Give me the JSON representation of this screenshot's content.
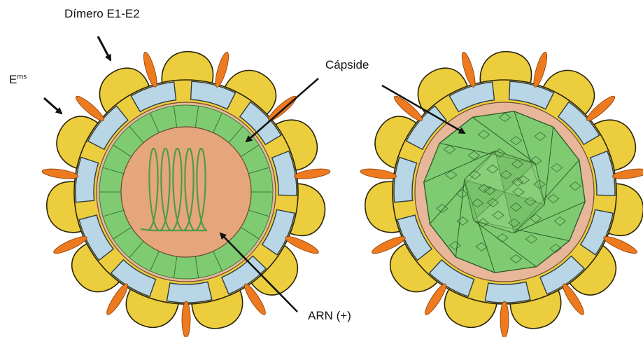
{
  "labels": {
    "dimero": "Dímero E1-E2",
    "erns_base": "E",
    "erns_sup": "rns",
    "capside": "Cápside",
    "arn": "ARN (+)"
  },
  "colors": {
    "envelope_yellow": "#eccd3d",
    "envelope_outline": "#2a2408",
    "membrane_blue": "#b9d6e6",
    "inner_pink": "#e8b79a",
    "core_salmon": "#e5a67b",
    "capsid_green": "#7fcb71",
    "capsid_dark": "#3f7a3a",
    "spike_orange": "#ee7a1f",
    "arrow": "#111111"
  },
  "icons": {
    "left_virion": "virion-cross-section-icon",
    "right_virion": "virion-capsid-exposed-icon"
  }
}
